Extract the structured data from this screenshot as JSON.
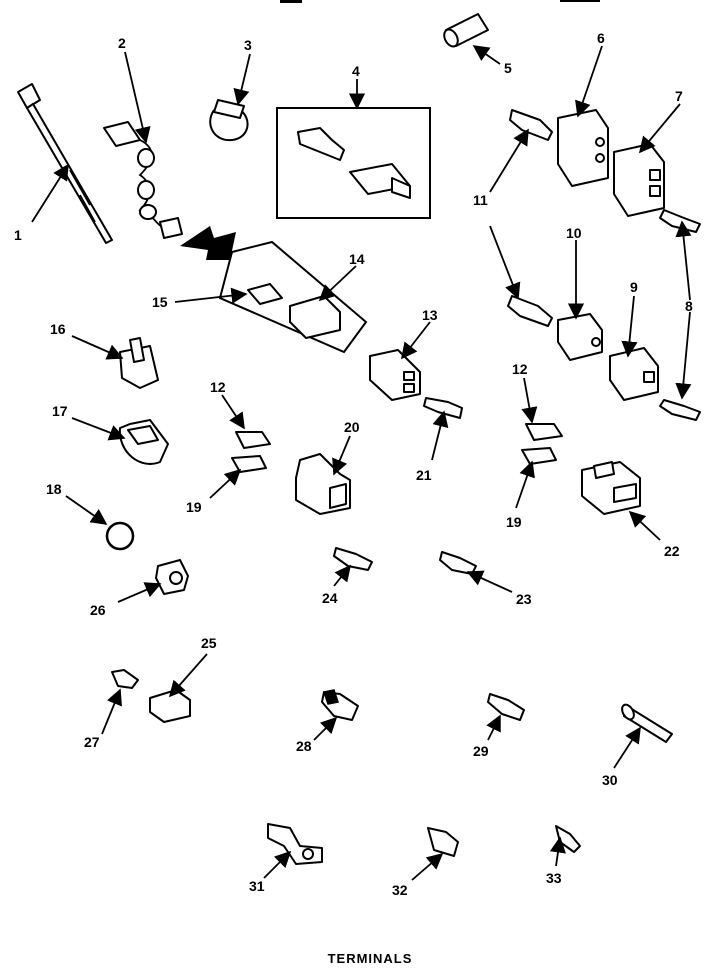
{
  "caption": "TERMINALS",
  "callouts": {
    "c1": "1",
    "c2": "2",
    "c3": "3",
    "c4": "4",
    "c5": "5",
    "c6": "6",
    "c7": "7",
    "c8": "8",
    "c9": "9",
    "c10": "10",
    "c11": "11",
    "c12a": "12",
    "c12b": "12",
    "c13": "13",
    "c14": "14",
    "c15": "15",
    "c16": "16",
    "c17": "17",
    "c18": "18",
    "c19a": "19",
    "c19b": "19",
    "c20": "20",
    "c21": "21",
    "c22": "22",
    "c23": "23",
    "c24": "24",
    "c25": "25",
    "c26": "26",
    "c27": "27",
    "c28": "28",
    "c29": "29",
    "c30": "30",
    "c31": "31",
    "c32": "32",
    "c33": "33"
  }
}
